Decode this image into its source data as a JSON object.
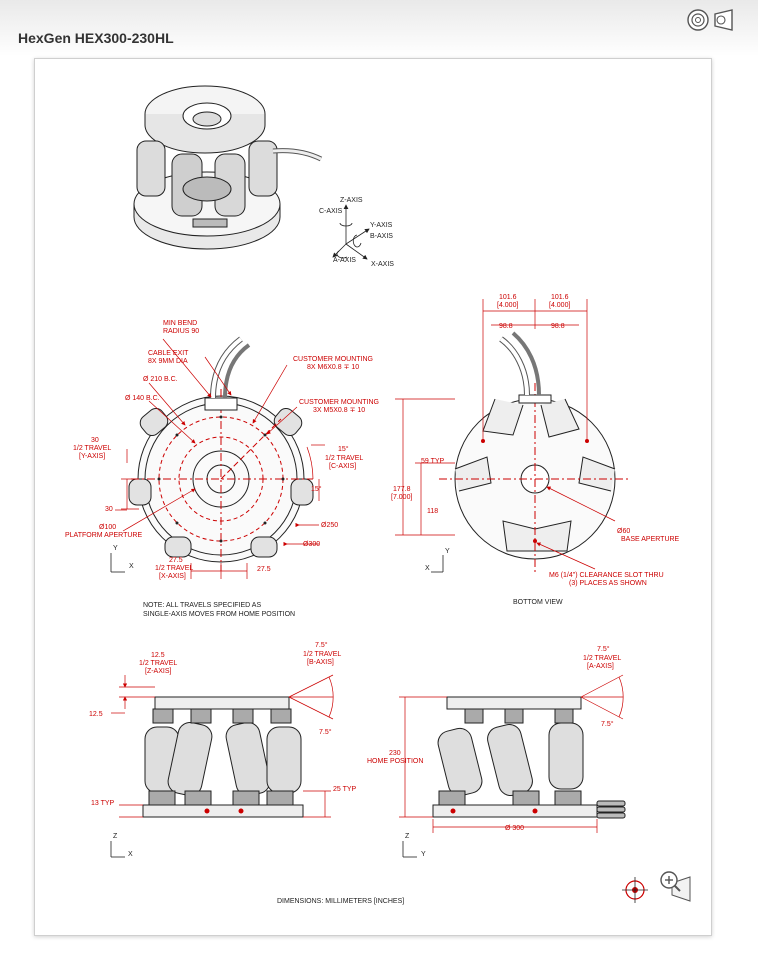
{
  "page": {
    "title": "HexGen HEX300-230HL"
  },
  "top_icons": {
    "target": "target-icon",
    "screen": "screen-icon"
  },
  "colors": {
    "dim": "#cc0000",
    "line": "#222222"
  },
  "drawing": {
    "axis_legend": {
      "z": "Z-AXIS",
      "c": "C-AXIS",
      "y": "Y-AXIS",
      "b": "B-AXIS",
      "a": "A-AXIS",
      "x": "X-AXIS"
    },
    "top_view": {
      "min_bend": "MIN BEND",
      "radius": "RADIUS 90",
      "cable_exit_1": "CABLE EXIT",
      "cable_exit_2": "8X 9MM DIA",
      "bc210": "Ø 210 B.C.",
      "bc140": "Ø 140 B.C.",
      "cm1_1": "CUSTOMER MOUNTING",
      "cm1_2": "8X M6X0.8 ∓ 10",
      "cm2_1": "CUSTOMER MOUNTING",
      "cm2_2": "3X M5X0.8 ∓ 10",
      "y30": "30",
      "y_half_1": "1/2 TRAVEL",
      "y_half_2": "[Y-AXIS]",
      "y30b": "30",
      "c15": "15°",
      "c_half_1": "1/2 TRAVEL",
      "c_half_2": "[C-AXIS]",
      "ang15": "15°",
      "d250": "Ø250",
      "d300": "Ø300",
      "ap100": "Ø100",
      "ap_label": "PLATFORM APERTURE",
      "x275": "27.5",
      "x_half_1": "1/2 TRAVEL",
      "x_half_2": "[X-AXIS]",
      "x275b": "27.5",
      "ax_y": "Y",
      "ax_x": "X",
      "note_1": "NOTE: ALL TRAVELS SPECIFIED AS",
      "note_2": "SINGLE-AXIS MOVES FROM HOME POSITION"
    },
    "bottom_view": {
      "d1016a": "101.6",
      "d4000a": "[4.000]",
      "d1016b": "101.6",
      "d4000b": "[4.000]",
      "d988a": "98.8",
      "d988b": "98.8",
      "typ59": "59 TYP",
      "d1778": "177.8",
      "d7000": "[7.000]",
      "d118": "118",
      "d60": "Ø60",
      "base_ap": "BASE APERTURE",
      "m6_1": "M6 (1/4\") CLEARANCE SLOT THRU",
      "m6_2": "(3) PLACES AS SHOWN",
      "ax_y": "Y",
      "ax_x": "X",
      "caption": "BOTTOM VIEW"
    },
    "side_left": {
      "z125": "12.5",
      "z_half_1": "1/2 TRAVEL",
      "z_half_2": "[Z-AXIS]",
      "z125b": "12.5",
      "b75": "7.5°",
      "b_half_1": "1/2 TRAVEL",
      "b_half_2": "[B-AXIS]",
      "b75b": "7.5°",
      "typ13": "13 TYP",
      "typ25": "25 TYP",
      "ax_z": "Z",
      "ax_x": "X"
    },
    "side_right": {
      "a75": "7.5°",
      "a_half_1": "1/2 TRAVEL",
      "a_half_2": "[A-AXIS]",
      "a75b": "7.5°",
      "h230": "230",
      "home": "HOME POSITION",
      "d300": "Ø 300",
      "ax_z": "Z",
      "ax_y": "Y"
    },
    "footer": "DIMENSIONS: MILLIMETERS [INCHES]"
  },
  "zoom": {
    "center": "crosshair-icon",
    "magnify": "zoom-in-icon"
  }
}
